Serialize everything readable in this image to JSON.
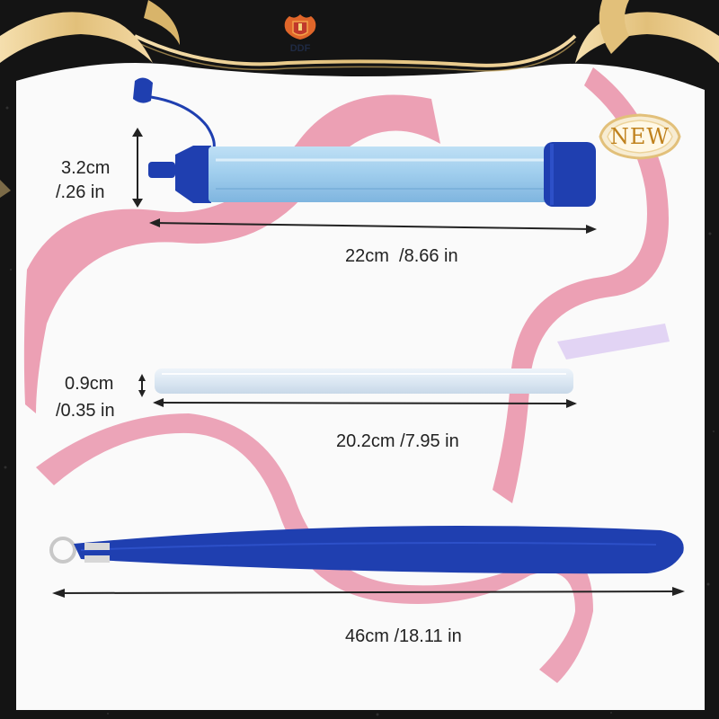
{
  "brand": {
    "name": "DDF"
  },
  "badge": {
    "label": "NEW"
  },
  "filter_straw": {
    "diameter_cm": "3.2cm",
    "diameter_in": "/.26 in",
    "length_label": "22cm  /8.66 in"
  },
  "tube": {
    "diameter_cm": "0.9cm",
    "diameter_in": "/0.35 in",
    "length_label": "20.2cm /7.95 in"
  },
  "lanyard": {
    "length_label": "46cm /18.11 in"
  },
  "colors": {
    "product_blue": "#1f3fb0",
    "filter_body": "#a9d3ee",
    "ribbon_pink": "#e98fa7",
    "gold": "#e2c07a",
    "frame_dark": "#141414"
  }
}
